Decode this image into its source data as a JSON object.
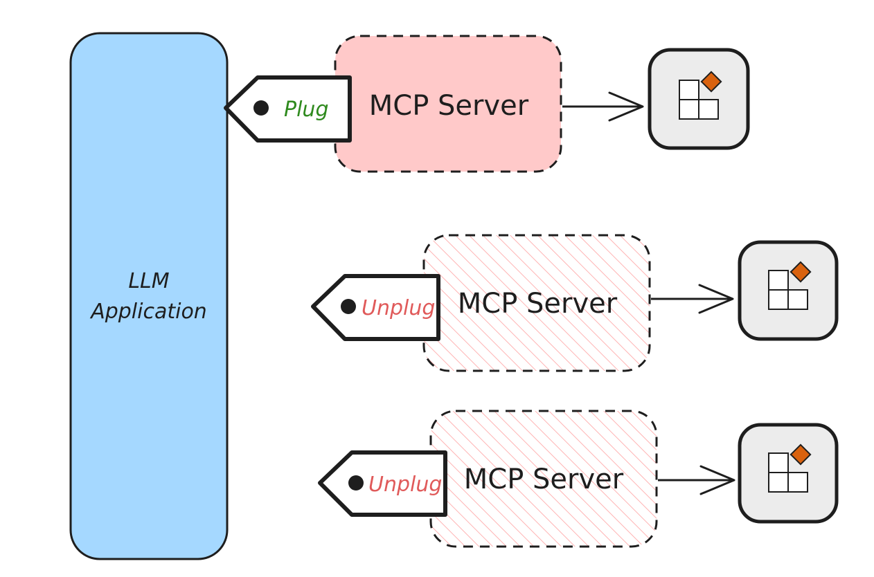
{
  "app_label": {
    "line1": "LLM",
    "line2": "Application"
  },
  "servers": [
    {
      "name": "MCP Server",
      "plug_label": "Plug",
      "state": "plugged",
      "plug_color": "#2f8a1e",
      "tool_icon": "apps-add-icon"
    },
    {
      "name": "MCP Server",
      "plug_label": "Unplug",
      "state": "unplugged",
      "plug_color": "#e05a5a",
      "tool_icon": "apps-add-icon"
    },
    {
      "name": "MCP Server",
      "plug_label": "Unplug",
      "state": "unplugged",
      "plug_color": "#e05a5a",
      "tool_icon": "apps-add-icon"
    }
  ],
  "colors": {
    "app_fill": "#a5d8ff",
    "server_plugged_fill": "#ffc9c9",
    "server_unplugged_hatch": "#ffb3b3",
    "tool_fill": "#ececec",
    "tool_accent": "#d9620f"
  }
}
